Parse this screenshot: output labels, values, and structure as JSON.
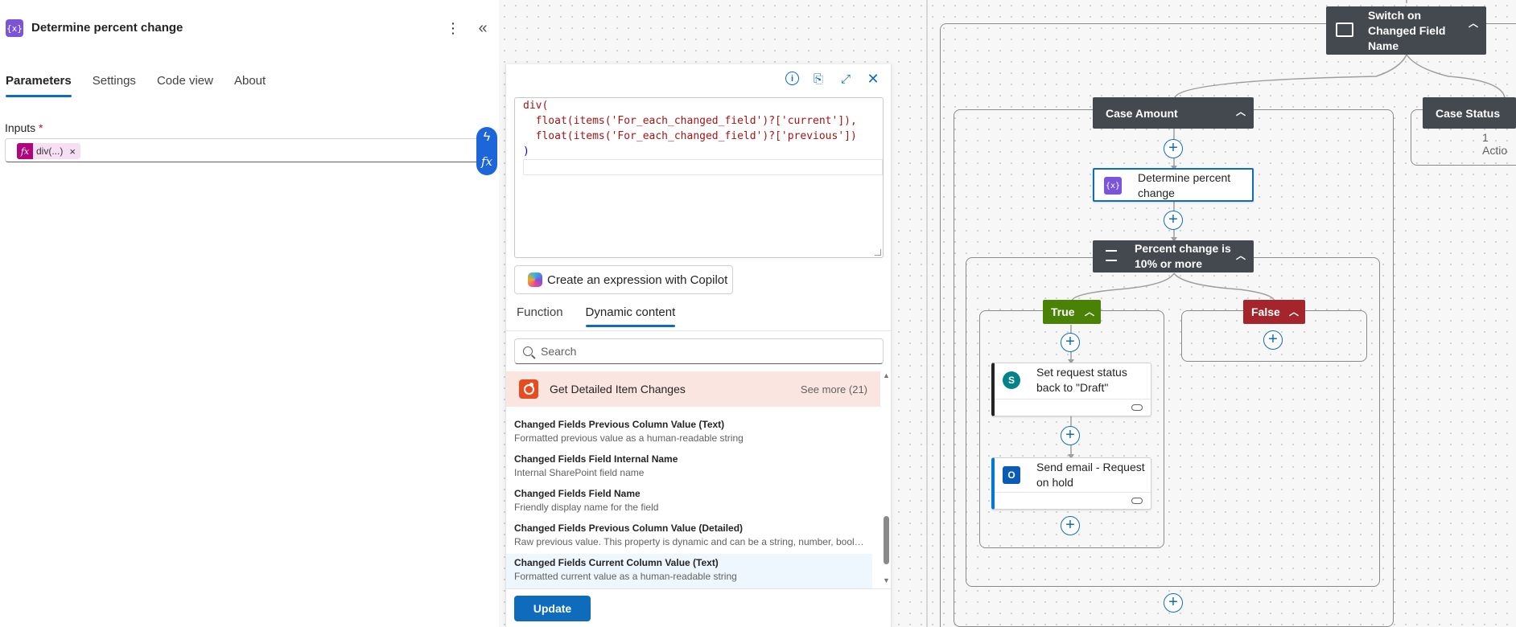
{
  "header": {
    "title": "Determine percent change",
    "icon": "variable-icon",
    "more_label": "⋮",
    "collapse_label": "«"
  },
  "left_tabs": [
    {
      "label": "Parameters",
      "active": true
    },
    {
      "label": "Settings",
      "active": false
    },
    {
      "label": "Code view",
      "active": false
    },
    {
      "label": "About",
      "active": false
    }
  ],
  "inputs": {
    "label": "Inputs",
    "required_mark": "*",
    "token_label": "div(...)",
    "token_remove": "×"
  },
  "expression_editor": {
    "code_lines": [
      "div(",
      "  float(items('For_each_changed_field')?['current']),",
      "  float(items('For_each_changed_field')?['previous'])",
      ")"
    ],
    "copilot_button": "Create an expression with Copilot",
    "tabs": [
      {
        "label": "Function",
        "active": false
      },
      {
        "label": "Dynamic content",
        "active": true
      }
    ],
    "search_placeholder": "Search",
    "group": {
      "title": "Get Detailed Item Changes",
      "see_more": "See more (21)",
      "color": "#e84b1f"
    },
    "items": [
      {
        "name": "Changed Fields Previous Column Value (Text)",
        "desc": "Formatted previous value as a human-readable string"
      },
      {
        "name": "Changed Fields Field Internal Name",
        "desc": "Internal SharePoint field name"
      },
      {
        "name": "Changed Fields Field Name",
        "desc": "Friendly display name for the field"
      },
      {
        "name": "Changed Fields Previous Column Value (Detailed)",
        "desc": "Raw previous value. This property is dynamic and can be a string, number, boolea..."
      },
      {
        "name": "Changed Fields Current Column Value (Text)",
        "desc": "Formatted current value as a human-readable string"
      }
    ],
    "update_button": "Update"
  },
  "flow": {
    "switch_node": "Switch on Changed Field Name",
    "case_amount": "Case Amount",
    "case_status": "Case Status",
    "case_status_count": "1 Actio",
    "determine_node": "Determine percent change",
    "condition_node": "Percent change is 10% or more",
    "true_label": "True",
    "false_label": "False",
    "sharepoint_card": "Set request status back to \"Draft\"",
    "email_card": "Send email - Request on hold",
    "colors": {
      "true": "#498205",
      "false": "#a4262c",
      "accent": "#0f6cbd",
      "node": "#444950"
    }
  }
}
